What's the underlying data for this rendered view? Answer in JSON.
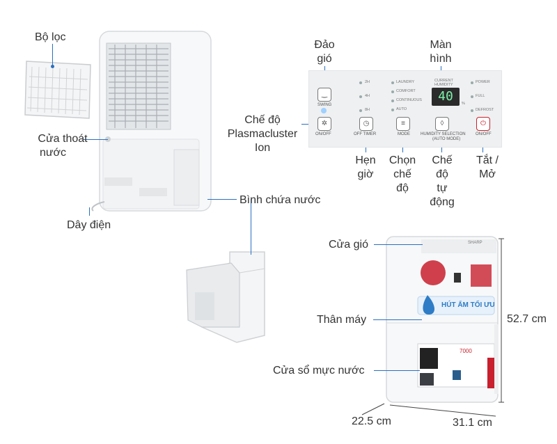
{
  "labels": {
    "filter": "Bộ lọc",
    "drain_1": "Cửa thoát",
    "drain_2": "nước",
    "power_cord": "Dây điện",
    "water_tank": "Bình chứa nước",
    "swing_1": "Đảo",
    "swing_2": "gió",
    "screen_1": "Màn",
    "screen_2": "hình",
    "plasma_1": "Chế độ",
    "plasma_2": "Plasmacluster",
    "plasma_3": "Ion",
    "timer_1": "Hẹn",
    "timer_2": "giờ",
    "mode_1": "Chọn",
    "mode_2": "chế",
    "mode_3": "độ",
    "auto_1": "Chế",
    "auto_2": "độ",
    "auto_3": "tự",
    "auto_4": "động",
    "onoff_1": "Tắt /",
    "onoff_2": "Mở",
    "air_vent": "Cửa gió",
    "body": "Thân máy",
    "water_window": "Cửa sổ mực nước",
    "height": "52.7 cm",
    "depth": "22.5 cm",
    "width": "31.1 cm"
  },
  "panel": {
    "timer_options": [
      "2H",
      "4H",
      "8H"
    ],
    "modes": [
      "LAUNDRY",
      "COMFORT",
      "CONTINUOUS",
      "AUTO"
    ],
    "current_humidity_1": "CURRENT",
    "current_humidity_2": "HUMIDITY",
    "display_value": "40",
    "display_unit": "%",
    "status": [
      "POWER",
      "FULL",
      "DEFROST"
    ],
    "swing_label": "SWING",
    "plasma_btn_label": "ON/OFF",
    "timer_btn_label": "OFF TIMER",
    "mode_btn_label": "MODE",
    "humidity_btn_label_1": "HUMIDITY SELECTION",
    "humidity_btn_label_2": "(AUTO MODE)",
    "power_btn_label": "ON/OFF"
  },
  "product": {
    "brand": "SHARP",
    "badge_text": "HÚT ẨM TỐI ƯU",
    "sticker_number": "7000"
  },
  "colors": {
    "leader_line": "#2a6fc0",
    "panel_bg": "#eef0f1",
    "display_digits": "#7df2a8",
    "badge_red": "#c8202e",
    "water_blue": "#2e7cc6"
  }
}
